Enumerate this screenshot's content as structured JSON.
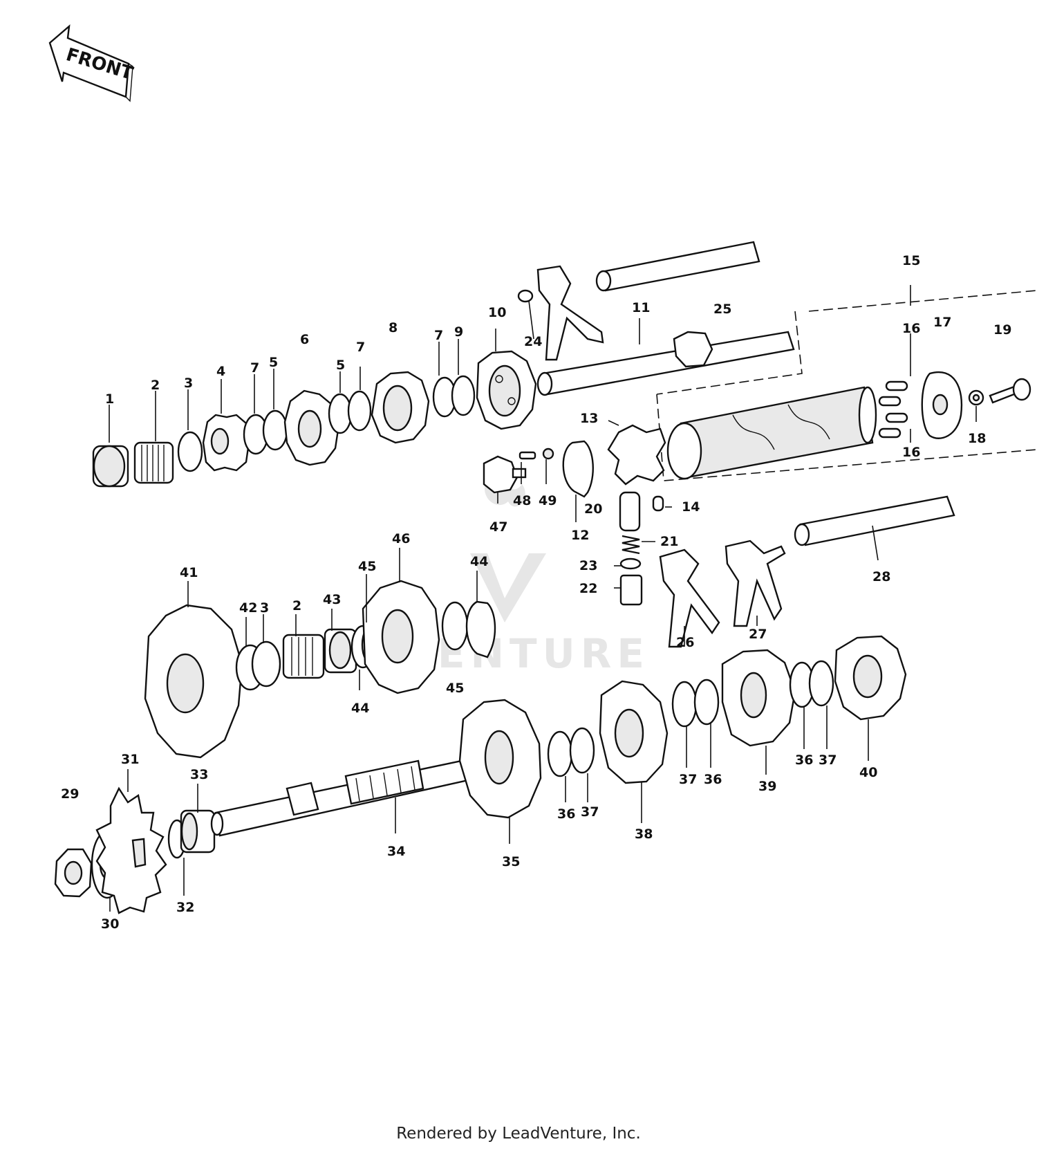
{
  "front_label": "FRONT",
  "watermark_text": "VENTURE",
  "footer_text": "Rendered by LeadVenture, Inc.",
  "callouts": {
    "n1": "1",
    "n2a": "2",
    "n3a": "3",
    "n4": "4",
    "n7a": "7",
    "n5a": "5",
    "n6": "6",
    "n5b": "5",
    "n7b": "7",
    "n8": "8",
    "n7c": "7",
    "n9": "9",
    "n10": "10",
    "n24": "24",
    "n11": "11",
    "n25": "25",
    "n15": "15",
    "n16a": "16",
    "n17": "17",
    "n19": "19",
    "n13": "13",
    "n18": "18",
    "n16b": "16",
    "n48": "48",
    "n49": "49",
    "n47": "47",
    "n20": "20",
    "n14": "14",
    "n12": "12",
    "n21": "21",
    "n23": "23",
    "n22": "22",
    "n28": "28",
    "n46": "46",
    "n44a": "44",
    "n41": "41",
    "n45a": "45",
    "n42": "42",
    "n3b": "3",
    "n2b": "2",
    "n43": "43",
    "n45b": "45",
    "n44b": "44",
    "n26": "26",
    "n27": "27",
    "n31": "31",
    "n29": "29",
    "n33": "33",
    "n34": "34",
    "n35": "35",
    "n36a": "36",
    "n37a": "37",
    "n38": "38",
    "n37b": "37",
    "n36b": "36",
    "n39": "39",
    "n36c": "36",
    "n37c": "37",
    "n40": "40",
    "n32": "32",
    "n30": "30"
  }
}
